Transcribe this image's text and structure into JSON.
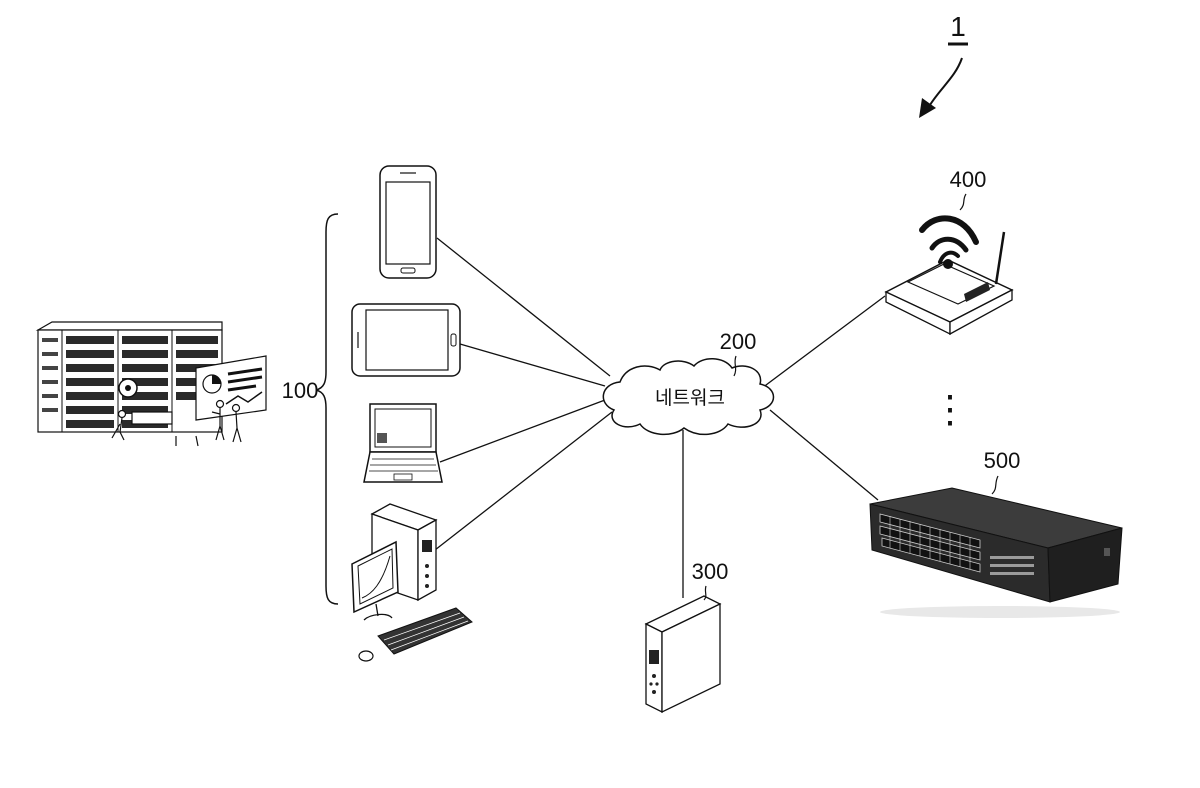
{
  "figure": {
    "ref_system": "1",
    "ref_terminals": "100",
    "ref_network": "200",
    "network_label": "네트워크",
    "ref_server": "300",
    "ref_router": "400",
    "ellipsis": "⋮",
    "ref_switch": "500"
  },
  "devices": {
    "terminals": [
      {
        "kind": "smartphone-icon"
      },
      {
        "kind": "tablet-icon"
      },
      {
        "kind": "laptop-icon"
      },
      {
        "kind": "desktop-computer-icon"
      }
    ],
    "datacenter": "datacenter-illustration",
    "server": "server-tower-icon",
    "router": "wireless-router-icon",
    "switch": "network-switch-icon"
  },
  "colors": {
    "line": "#111111",
    "switch_body": "#2b2b2b",
    "switch_front": "#3a3a3a"
  }
}
